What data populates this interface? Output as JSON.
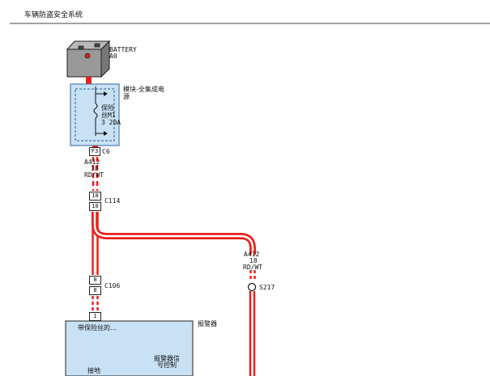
{
  "header": {
    "title": "车辆防盗安全系统"
  },
  "battery": {
    "label": "BATTERY",
    "id": "A0"
  },
  "module": {
    "name_line1": "模块-全集成电",
    "name_line2": "源",
    "fuse_name_line1": "保险",
    "fuse_name_line2": "丝M1",
    "fuse_rating": "3  20A"
  },
  "connectors": {
    "c6": {
      "pin": "F3",
      "name": "C6"
    },
    "c114": {
      "pin_top": "18",
      "pin_bottom": "18",
      "name": "C114"
    },
    "c106": {
      "pin_top": "8",
      "pin_bottom": "8",
      "name": "C106"
    },
    "alarm_pin": "1"
  },
  "wires": {
    "upper": {
      "circuit": "A412",
      "gauge": "18",
      "color": "RD/WT"
    },
    "right": {
      "circuit": "A412",
      "gauge": "18",
      "color": "RD/WT"
    }
  },
  "splice": {
    "name": "S217"
  },
  "alarm": {
    "name": "报警器",
    "fuse_label": "带保险丝的…",
    "ground_label": "接地",
    "signal_line1": "报警器信",
    "signal_line2": "号控制"
  },
  "colors": {
    "wire_red": "#e8211c",
    "module_fill": "#c9e1f4",
    "module_border": "#4a7fb0",
    "dashed": "#2d5f8e"
  }
}
